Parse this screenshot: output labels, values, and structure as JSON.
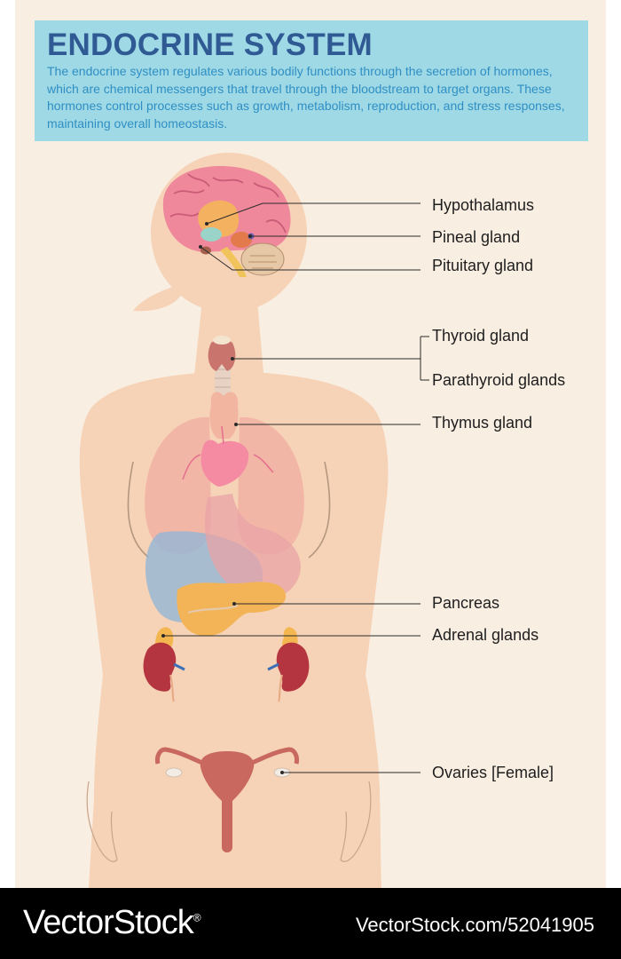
{
  "header": {
    "title": "ENDOCRINE SYSTEM",
    "description": "The endocrine system regulates various bodily functions through the secretion of hormones, which are chemical messengers that travel through the bloodstream to target organs. These hormones control processes such as growth, metabolism, reproduction, and stress responses, maintaining overall homeostasis."
  },
  "labels": {
    "hypothalamus": "Hypothalamus",
    "pineal": "Pineal gland",
    "pituitary": "Pituitary gland",
    "thyroid": "Thyroid gland",
    "parathyroid": "Parathyroid glands",
    "thymus": "Thymus gland",
    "pancreas": "Pancreas",
    "adrenal": "Adrenal glands",
    "ovaries": "Ovaries [Female]"
  },
  "footer": {
    "brand": "VectorStock",
    "brand_registered": "®",
    "url": "VectorStock.com/52041905"
  },
  "colors": {
    "body": "#f6d2b6",
    "header_bg": "#9fd9e5",
    "title": "#2f5a94",
    "description": "#2f8fc4",
    "poster_bg": "#f9eee2"
  }
}
